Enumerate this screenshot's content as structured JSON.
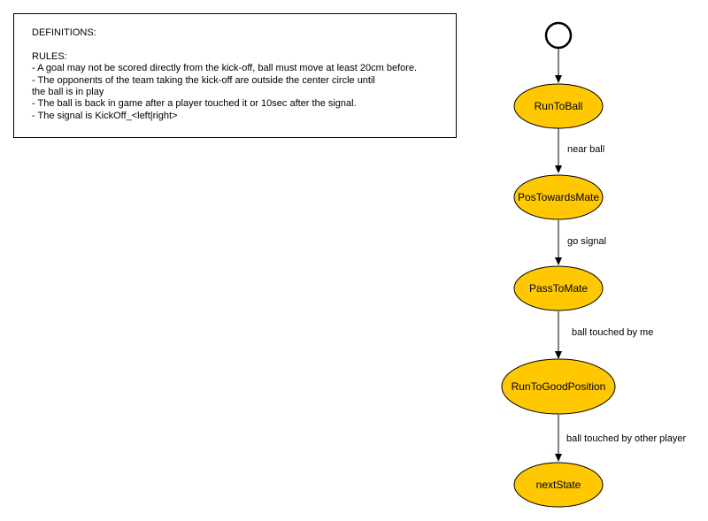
{
  "notes": {
    "lines": [
      "DEFINITIONS:",
      "",
      "RULES:",
      "- A goal may not be scored directly from the kick-off, ball must move at least 20cm before.",
      "- The opponents of the team taking the kick-off are outside the center circle until",
      "the ball is in play",
      "- The ball is back in game after a player touched it or 10sec after the signal.",
      "- The signal is KickOff_<left|right>"
    ]
  },
  "colors": {
    "state_fill": "#ffc800",
    "state_stroke": "#000000",
    "edge": "#000000"
  },
  "states": [
    {
      "id": "RunToBall",
      "label": "RunToBall"
    },
    {
      "id": "PosTowardsMate",
      "label": "PosTowardsMate"
    },
    {
      "id": "PassToMate",
      "label": "PassToMate"
    },
    {
      "id": "RunToGoodPosition",
      "label": "RunToGoodPosition"
    },
    {
      "id": "nextState",
      "label": "nextState"
    }
  ],
  "transitions": [
    {
      "from": "start",
      "to": "RunToBall",
      "label": ""
    },
    {
      "from": "RunToBall",
      "to": "PosTowardsMate",
      "label": "near ball"
    },
    {
      "from": "PosTowardsMate",
      "to": "PassToMate",
      "label": "go signal"
    },
    {
      "from": "PassToMate",
      "to": "RunToGoodPosition",
      "label": "ball touched by me"
    },
    {
      "from": "RunToGoodPosition",
      "to": "nextState",
      "label": "ball touched by other player"
    }
  ]
}
